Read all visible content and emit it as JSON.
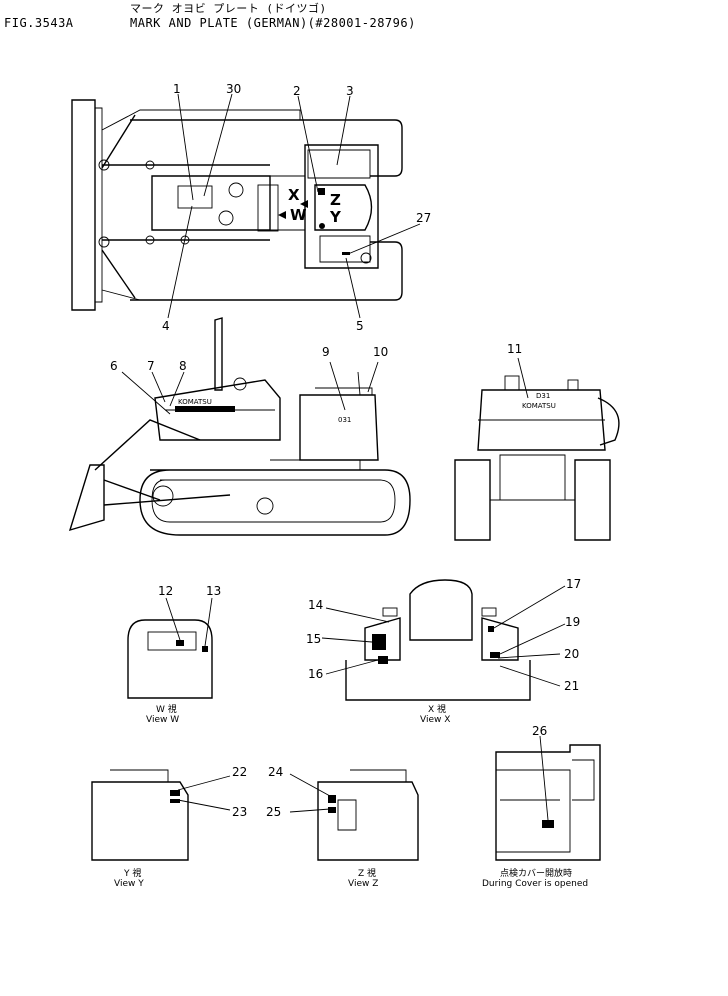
{
  "header": {
    "subtitle_jp": "マーク オヨビ プレート (ドイツゴ)",
    "fig_number": "FIG.3543A",
    "title": "MARK AND PLATE (GERMAN)(#28001-28796)"
  },
  "callouts": [
    "1",
    "30",
    "2",
    "3",
    "27",
    "4",
    "5",
    "6",
    "7",
    "8",
    "9",
    "10",
    "11",
    "12",
    "13",
    "14",
    "15",
    "16",
    "17",
    "19",
    "20",
    "21",
    "22",
    "23",
    "24",
    "25",
    "26"
  ],
  "view_letters": {
    "x": "X",
    "w": "W",
    "z": "Z",
    "y": "Y"
  },
  "decals": {
    "model": "D31",
    "brand": "KOMATSU",
    "model_side": "031"
  },
  "views": {
    "w": {
      "jp": "W 視",
      "en": "View  W"
    },
    "x": {
      "jp": "X 視",
      "en": "View  X"
    },
    "y": {
      "jp": "Y 視",
      "en": "View  Y"
    },
    "z": {
      "jp": "Z 視",
      "en": "View  Z"
    },
    "cover": {
      "jp": "点検カバー開放時",
      "en": "During Cover is opened"
    }
  }
}
